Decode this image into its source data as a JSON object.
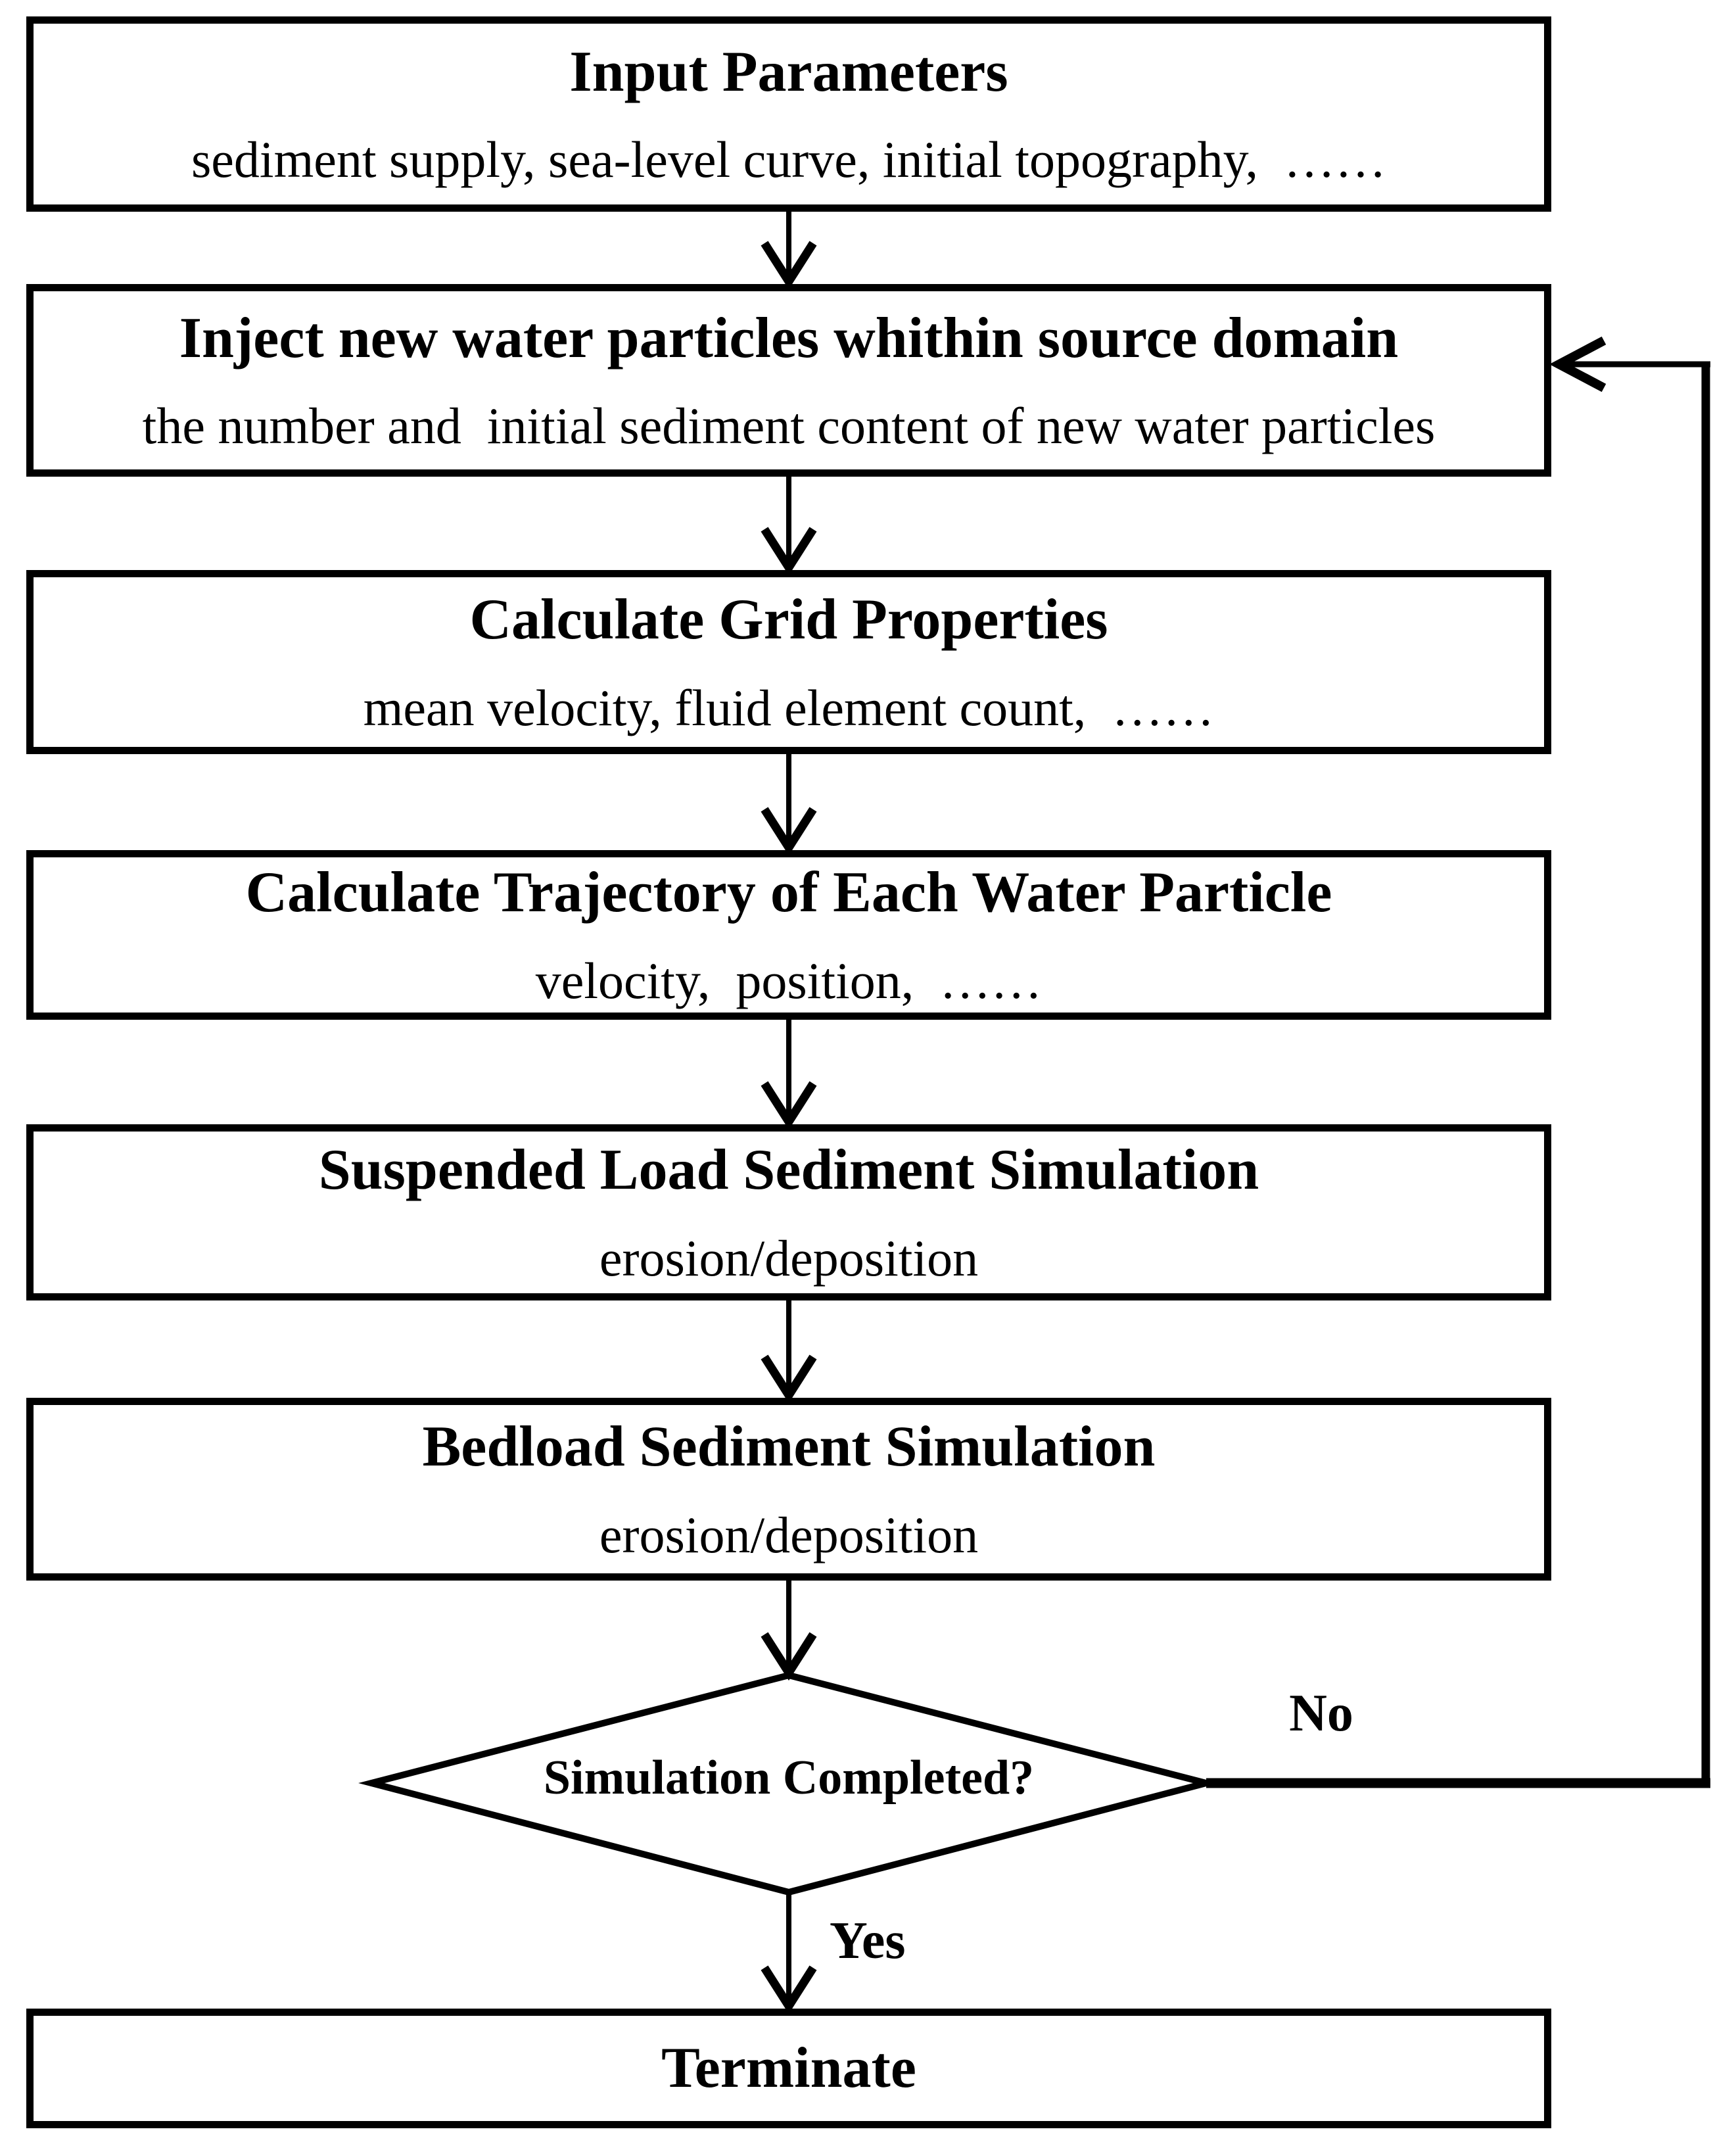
{
  "flowchart": {
    "nodes": [
      {
        "id": "input-parameters",
        "shape": "rectangle",
        "title": "Input Parameters",
        "subtitle": "sediment supply, sea-level curve, initial topography,  ……"
      },
      {
        "id": "inject-particles",
        "shape": "rectangle",
        "title": "Inject new water particles whithin source domain",
        "subtitle": "the number and  initial sediment content of new water particles"
      },
      {
        "id": "calculate-grid-properties",
        "shape": "rectangle",
        "title": "Calculate Grid Properties",
        "subtitle": "mean velocity, fluid element count,  ……"
      },
      {
        "id": "calculate-trajectory",
        "shape": "rectangle",
        "title": "Calculate Trajectory of Each Water Particle",
        "subtitle": "velocity,  position,  ……"
      },
      {
        "id": "suspended-load-simulation",
        "shape": "rectangle",
        "title": "Suspended Load Sediment Simulation",
        "subtitle": "erosion/deposition"
      },
      {
        "id": "bedload-simulation",
        "shape": "rectangle",
        "title": "Bedload Sediment Simulation",
        "subtitle": "erosion/deposition"
      }
    ],
    "decision": {
      "id": "simulation-completed",
      "shape": "diamond",
      "label": "Simulation Completed?",
      "no_label": "No",
      "yes_label": "Yes"
    },
    "terminal": {
      "id": "terminate",
      "shape": "rectangle",
      "label": "Terminate"
    },
    "edges": [
      {
        "from": "input-parameters",
        "to": "inject-particles"
      },
      {
        "from": "inject-particles",
        "to": "calculate-grid-properties"
      },
      {
        "from": "calculate-grid-properties",
        "to": "calculate-trajectory"
      },
      {
        "from": "calculate-trajectory",
        "to": "suspended-load-simulation"
      },
      {
        "from": "suspended-load-simulation",
        "to": "bedload-simulation"
      },
      {
        "from": "bedload-simulation",
        "to": "simulation-completed"
      },
      {
        "from": "simulation-completed",
        "to": "terminate",
        "label": "Yes"
      },
      {
        "from": "simulation-completed",
        "to": "inject-particles",
        "label": "No"
      }
    ],
    "colors": {
      "stroke": "#000000",
      "fill": "#ffffff",
      "text": "#000000"
    }
  }
}
